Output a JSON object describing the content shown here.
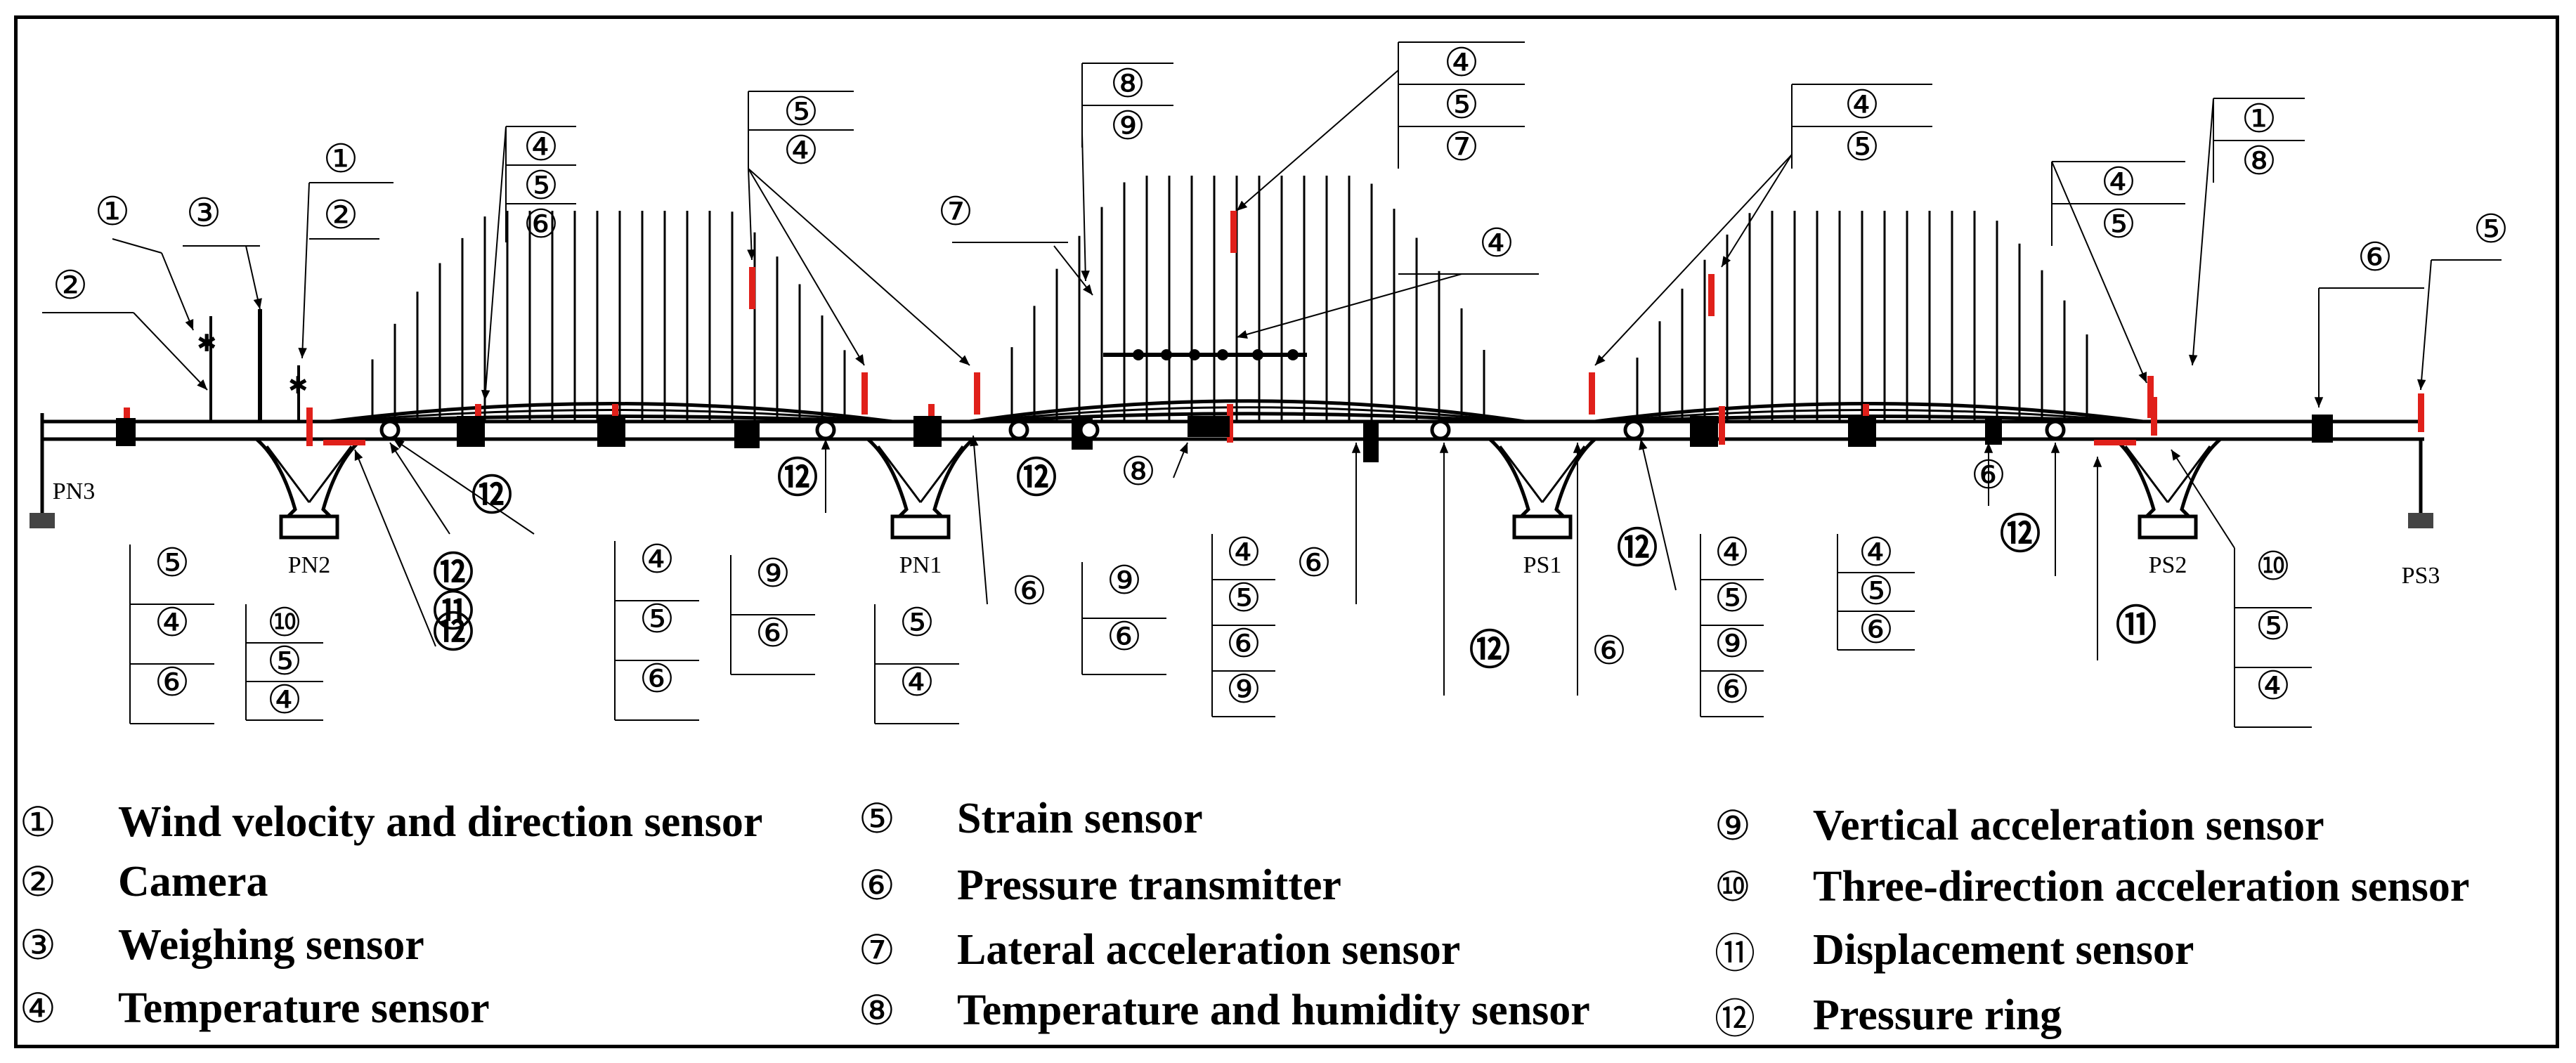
{
  "piers": [
    "PN3",
    "PN2",
    "PN1",
    "PS1",
    "PS2",
    "PS3"
  ],
  "legend": [
    {
      "num": "①",
      "text": "Wind velocity and direction sensor"
    },
    {
      "num": "②",
      "text": "Camera"
    },
    {
      "num": "③",
      "text": "Weighing sensor"
    },
    {
      "num": "④",
      "text": "Temperature sensor"
    },
    {
      "num": "⑤",
      "text": "Strain sensor"
    },
    {
      "num": "⑥",
      "text": "Pressure transmitter"
    },
    {
      "num": "⑦",
      "text": "Lateral acceleration sensor"
    },
    {
      "num": "⑧",
      "text": "Temperature and humidity sensor"
    },
    {
      "num": "⑨",
      "text": "Vertical acceleration sensor"
    },
    {
      "num": "⑩",
      "text": "Three-direction acceleration sensor"
    },
    {
      "num": "⑪",
      "text": "Displacement sensor"
    },
    {
      "num": "⑫",
      "text": "Pressure ring"
    }
  ],
  "colors": {
    "line": "#000000",
    "sensor_red": "#e0201a"
  }
}
